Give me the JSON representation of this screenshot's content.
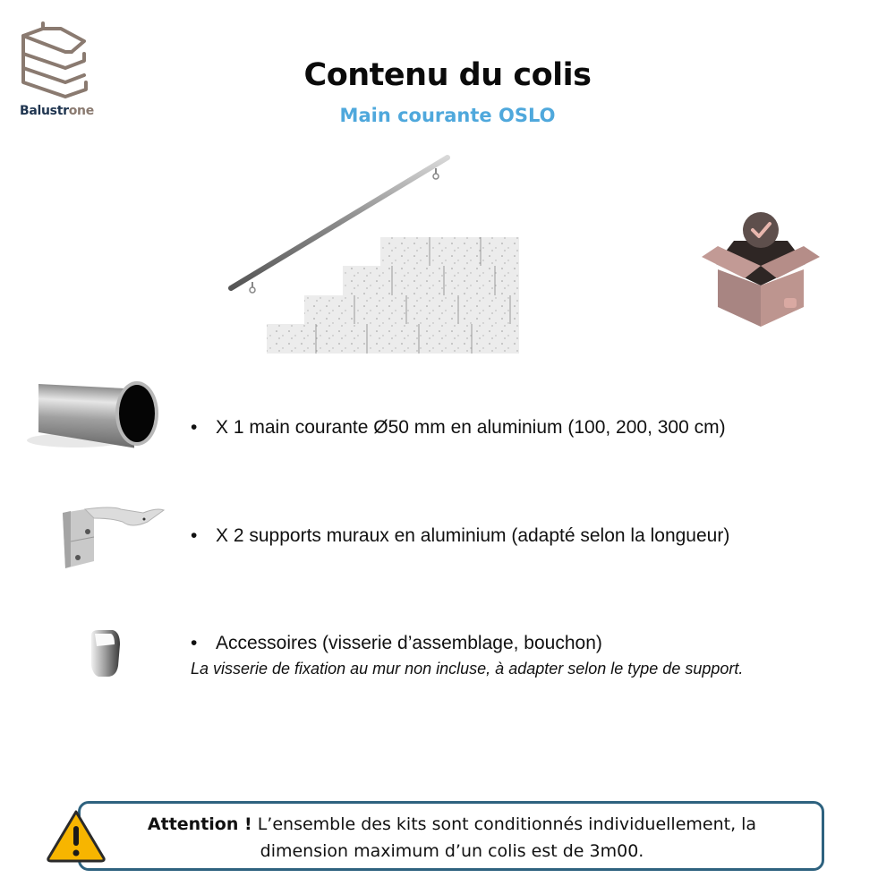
{
  "brand": {
    "name_part1": "Balustr",
    "name_part2": "one",
    "logo_color": "#8a7a70",
    "text_color": "#1f3550"
  },
  "header": {
    "title": "Contenu du colis",
    "subtitle": "Main courante OSLO",
    "subtitle_color": "#4fa8dc"
  },
  "illustrations": {
    "hero": "handrail-on-stairs-image",
    "package": "open-box-check-icon"
  },
  "items": [
    {
      "icon": "aluminium-tube-image",
      "bullet": "•",
      "text": "X 1 main courante Ø50 mm en aluminium (100, 200, 300 cm)"
    },
    {
      "icon": "wall-bracket-image",
      "bullet": "•",
      "text": "X 2 supports muraux en aluminium (adapté selon la longueur)"
    },
    {
      "icon": "end-cap-image",
      "bullet": "•",
      "text": "Accessoires (visserie d’assemblage, bouchon)"
    }
  ],
  "note": "La visserie de fixation au mur non incluse, à adapter selon le type de support.",
  "alert": {
    "icon": "warning-triangle-icon",
    "label": "Attention !",
    "line1": " L’ensemble des kits sont conditionnés individuellement, la",
    "line2": "dimension maximum d’un colis est de 3m00.",
    "border_color": "#2e627f",
    "icon_color": "#f7b500"
  }
}
